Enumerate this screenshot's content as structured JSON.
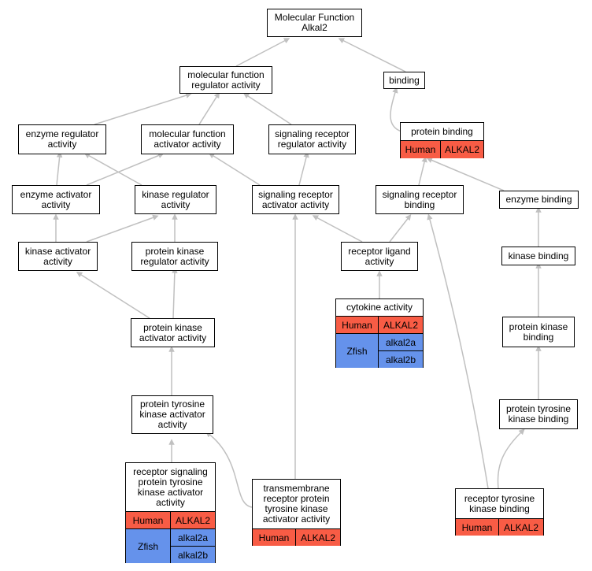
{
  "colors": {
    "human": "#f85c45",
    "zfish": "#6592eb",
    "edge": "#c0c0c0"
  },
  "nodes": {
    "root": "Molecular Function\nAlkal2",
    "mfra": "molecular function\nregulator activity",
    "binding": "binding",
    "enzreg": "enzyme regulator\nactivity",
    "mfaa": "molecular function\nactivator activity",
    "srra": "signaling receptor\nregulator activity",
    "enzact": "enzyme activator\nactivity",
    "kinreg": "kinase regulator\nactivity",
    "sraa": "signaling receptor\nactivator activity",
    "srb": "signaling receptor\nbinding",
    "enzbind": "enzyme binding",
    "kinact": "kinase activator\nactivity",
    "pkra": "protein kinase\nregulator activity",
    "rla": "receptor ligand\nactivity",
    "kinbind": "kinase binding",
    "pkaa": "protein kinase\nactivator activity",
    "pkb": "protein kinase\nbinding",
    "ptkaa": "protein tyrosine\nkinase activator\nactivity",
    "ptkb": "protein tyrosine\nkinase binding"
  },
  "gene_nodes": {
    "protbind": {
      "title": "protein binding",
      "human_label": "Human",
      "human_gene": "ALKAL2"
    },
    "cytokine": {
      "title": "cytokine activity",
      "human_label": "Human",
      "human_gene": "ALKAL2",
      "zfish_label": "Zfish",
      "zfish_genes": [
        "alkal2a",
        "alkal2b"
      ]
    },
    "rsptk": {
      "title": "receptor signaling\nprotein tyrosine\nkinase activator\nactivity",
      "human_label": "Human",
      "human_gene": "ALKAL2",
      "zfish_label": "Zfish",
      "zfish_genes": [
        "alkal2a",
        "alkal2b"
      ]
    },
    "tmrptk": {
      "title": "transmembrane\nreceptor protein\ntyrosine kinase\nactivator activity",
      "human_label": "Human",
      "human_gene": "ALKAL2"
    },
    "rtkb": {
      "title": "receptor tyrosine\nkinase binding",
      "human_label": "Human",
      "human_gene": "ALKAL2"
    }
  }
}
